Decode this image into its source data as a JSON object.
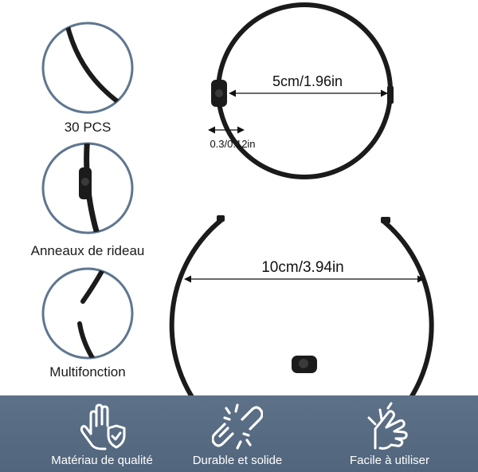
{
  "details": {
    "count_label": "30 PCS",
    "curtain_label": "Anneaux de rideau",
    "multi_label": "Multifonction"
  },
  "dimensions": {
    "small_diameter": "5cm/1.96in",
    "thickness": "0.3/0.12in",
    "large_diameter": "10cm/3.94in"
  },
  "features": [
    {
      "label": "Matériau de qualité",
      "icon": "hand-shield-icon"
    },
    {
      "label": "Durable et solide",
      "icon": "broken-chain-icon"
    },
    {
      "label": "Facile à utiliser",
      "icon": "hand-snap-icon"
    }
  ],
  "colors": {
    "ring": "#1b1b1b",
    "circle_border": "#5f7690",
    "feature_bar": "#56697f"
  }
}
